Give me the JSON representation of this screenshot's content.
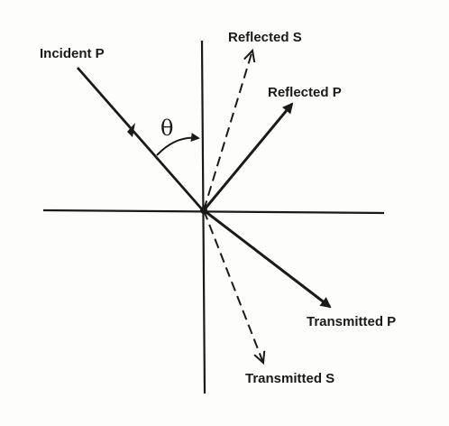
{
  "labels": {
    "incident_p": "Incident P",
    "reflected_s": "Reflected S",
    "reflected_p": "Reflected P",
    "transmitted_p": "Transmitted P",
    "transmitted_s": "Transmitted S",
    "angle": "θ"
  },
  "colors": {
    "ink": "#1a1a1a",
    "background": "#fdfdfc"
  }
}
